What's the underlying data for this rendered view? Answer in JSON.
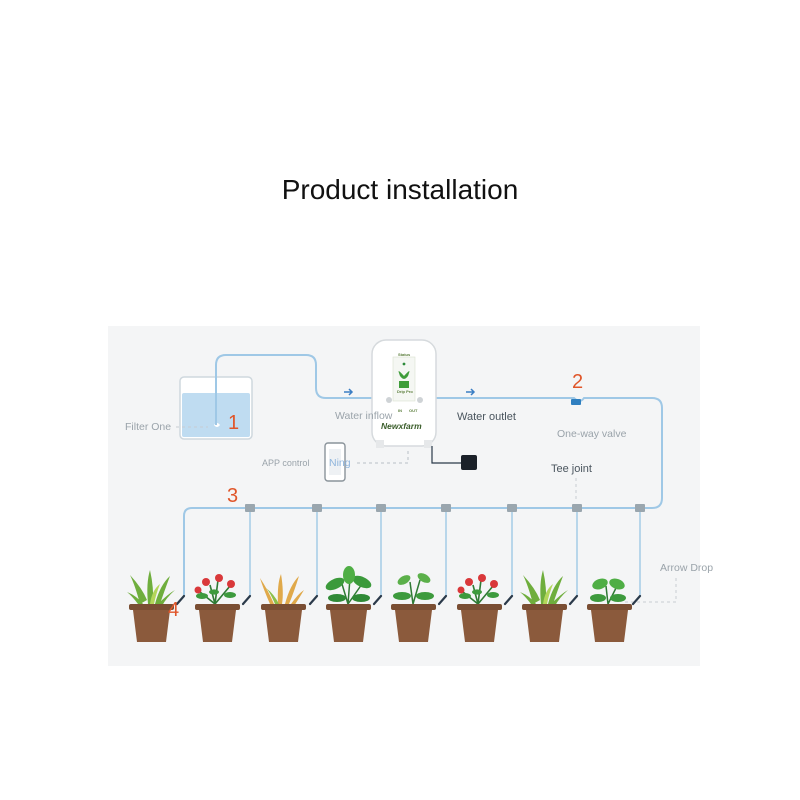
{
  "title": "Product installation",
  "device": {
    "brand": "Newxfarm",
    "top_label": "Status",
    "sub_label": "Drip Pro",
    "port_in": "IN",
    "port_out": "OUT"
  },
  "labels": {
    "filter": "Filter One",
    "water_inflow": "Water inflow",
    "water_outlet": "Water outlet",
    "one_way_valve": "One-way valve",
    "tee_joint": "Tee joint",
    "app_control": "APP control",
    "phone_app": "Ning",
    "arrow_drop": "Arrow Drop"
  },
  "step_numbers": [
    "1",
    "2",
    "3",
    "4"
  ],
  "colors": {
    "tube": "#9fc8e6",
    "dark_tube": "#2b3a4a",
    "pot": "#8b5a3c",
    "accent_number": "#e0562a",
    "panel_bg": "#f4f5f6"
  },
  "plants": [
    "aloe",
    "berry",
    "spiky",
    "leafy",
    "sprout",
    "berry",
    "aloe",
    "seedling"
  ]
}
